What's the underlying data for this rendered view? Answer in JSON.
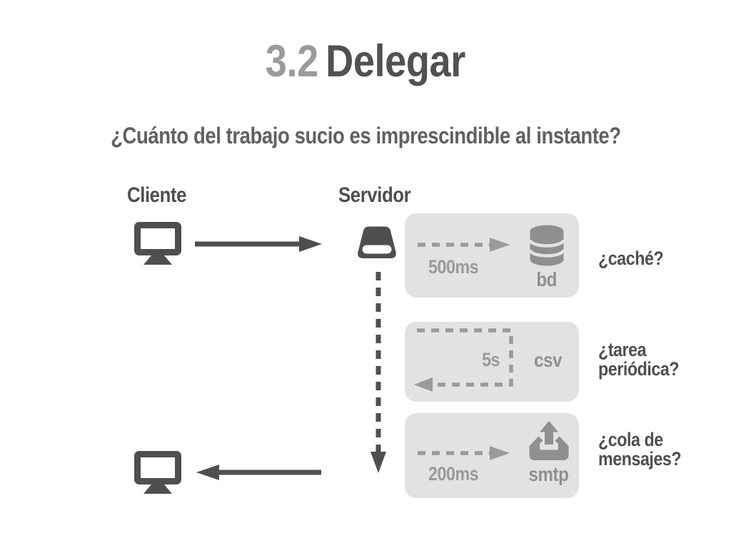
{
  "slide": {
    "title_number": "3.2",
    "title_text": "Delegar",
    "subtitle": "¿Cuánto del trabajo sucio es imprescindible al instante?"
  },
  "diagram": {
    "client": {
      "label": "Cliente",
      "icon": "monitor-icon"
    },
    "server": {
      "label": "Servidor",
      "icon": "server-icon"
    },
    "rows": [
      {
        "time": "500ms",
        "target": "bd",
        "target_icon": "database-icon",
        "question": "¿caché?"
      },
      {
        "time": "5s",
        "target": "csv",
        "target_icon": null,
        "question": "¿tarea periódica?"
      },
      {
        "time": "200ms",
        "target": "smtp",
        "target_icon": "outbox-icon",
        "question": "¿cola de mensajes?"
      }
    ]
  },
  "colors": {
    "background": "#ffffff",
    "title_number": "#9b9b9b",
    "dark_gray": "#4f4f4f",
    "subtitle_gray": "#616161",
    "box_background": "#e2e2e2",
    "dashed_gray": "#9a9a9a",
    "icon_gray": "#8f8f8f"
  }
}
